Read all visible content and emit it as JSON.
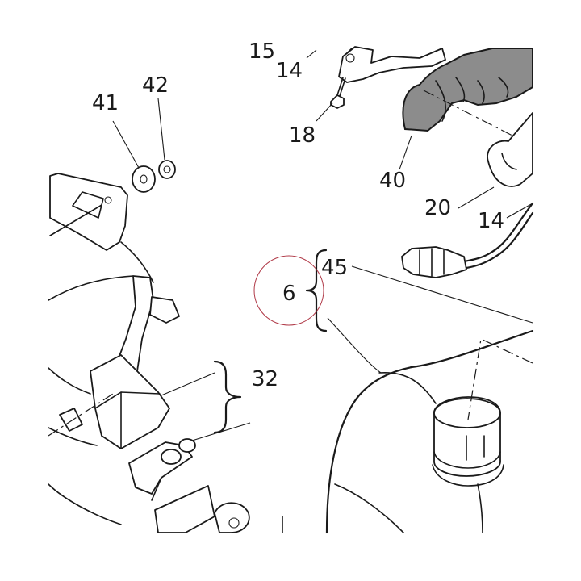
{
  "callouts": {
    "c15": "15",
    "c14_top": "14",
    "c18": "18",
    "c41": "41",
    "c42": "42",
    "c40": "40",
    "c20": "20",
    "c14_right": "14",
    "c45": "45",
    "c6": "6",
    "c32": "32"
  },
  "colors": {
    "ink": "#1a1a1a",
    "glove_fill": "#8c8c8c",
    "highlight_circle": "#b03a48"
  }
}
